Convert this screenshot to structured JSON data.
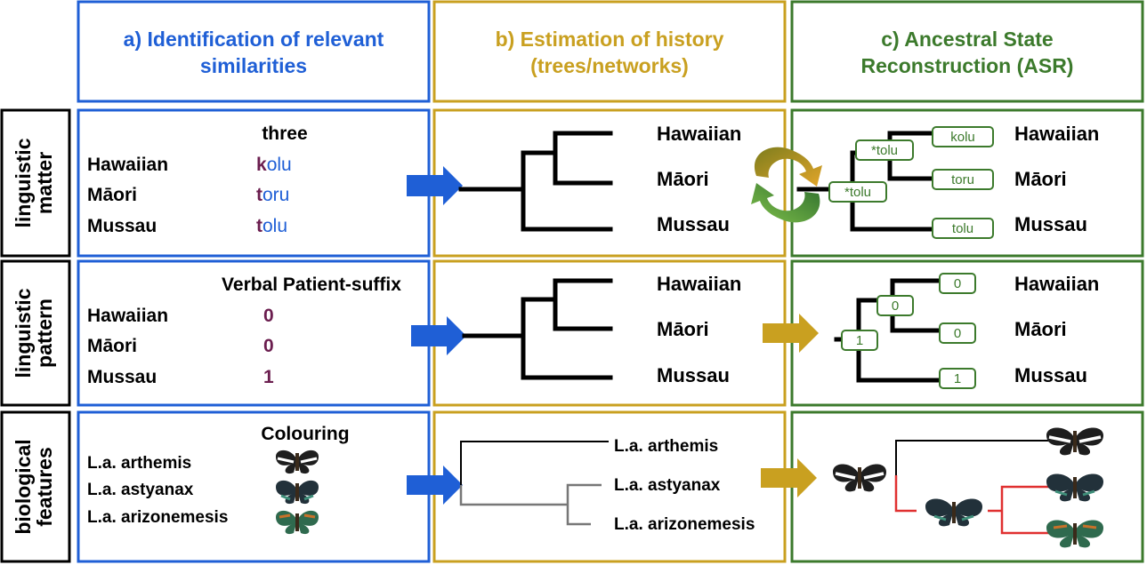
{
  "columns": [
    {
      "line1": "a) Identification of relevant",
      "line2": "similarities",
      "color": "#1f5fd6"
    },
    {
      "line1": "b) Estimation of history",
      "line2": "(trees/networks)",
      "color": "#c9a020"
    },
    {
      "line1": "c) Ancestral State",
      "line2": "Reconstruction (ASR)",
      "color": "#3c7a2c"
    }
  ],
  "rows": [
    {
      "line1": "linguistic",
      "line2": "matter"
    },
    {
      "line1": "linguistic",
      "line2": "pattern"
    },
    {
      "line1": "biological",
      "line2": "features"
    }
  ],
  "matter": {
    "heading": "three",
    "languages": [
      "Hawaiian",
      "Māori",
      "Mussau"
    ],
    "words": [
      {
        "initial": "k",
        "rest": "olu"
      },
      {
        "initial": "t",
        "rest": "oru"
      },
      {
        "initial": "t",
        "rest": "olu"
      }
    ],
    "asr_nodes": [
      "*tolu",
      "*tolu"
    ],
    "asr_tips": [
      "kolu",
      "toru",
      "tolu"
    ]
  },
  "pattern": {
    "heading": "Verbal Patient-suffix",
    "languages": [
      "Hawaiian",
      "Māori",
      "Mussau"
    ],
    "values": [
      "0",
      "0",
      "1"
    ],
    "asr_nodes": [
      "0",
      "1"
    ],
    "asr_tips": [
      "0",
      "0",
      "1"
    ]
  },
  "biology": {
    "heading": "Colouring",
    "taxa": [
      "L.a. arthemis",
      "L.a. astyanax",
      "L.a. arizonemesis"
    ],
    "tree_color_changed": "#e03030"
  },
  "tree_tips": [
    "Hawaiian",
    "Māori",
    "Mussau"
  ],
  "colors": {
    "arrow_blue": "#1f5fd6",
    "arrow_gold": "#c9a020",
    "tree_grey": "#777777"
  }
}
